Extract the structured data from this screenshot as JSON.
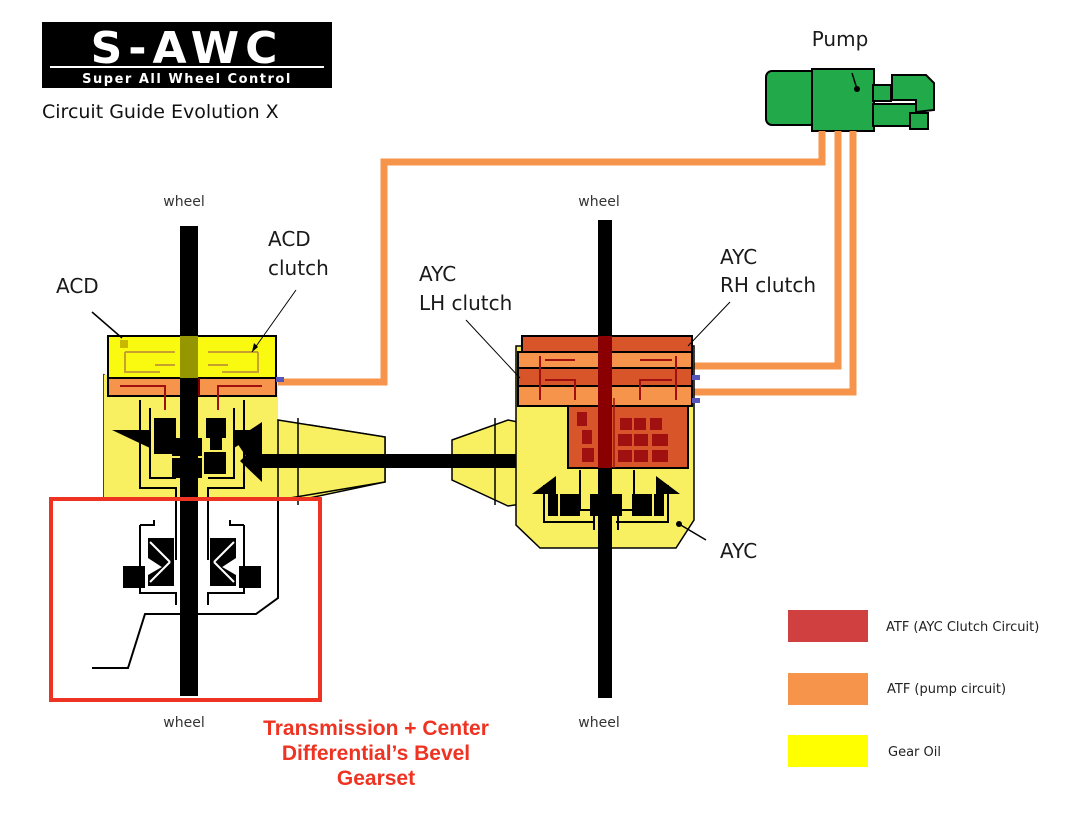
{
  "logo": {
    "title": "S-AWC",
    "subtitle": "Super All Wheel Control"
  },
  "heading": "Circuit Guide Evolution X",
  "labels": {
    "pump": "Pump",
    "wheel_front_top": "wheel",
    "wheel_front_bottom": "wheel",
    "wheel_rear_top": "wheel",
    "wheel_rear_bottom": "wheel",
    "acd": "ACD",
    "acd_clutch_line1": "ACD",
    "acd_clutch_line2": "clutch",
    "ayc_lh_line1": "AYC",
    "ayc_lh_line2": "LH clutch",
    "ayc_rh_line1": "AYC",
    "ayc_rh_line2": "RH clutch",
    "ayc": "AYC"
  },
  "caption": {
    "line1": "Transmission + Center",
    "line2": "Differential’s Bevel",
    "line3": "Gearset"
  },
  "legend": [
    {
      "label": "ATF (AYC Clutch Circuit)",
      "color": "#d04040"
    },
    {
      "label": "ATF (pump circuit)",
      "color": "#f5944a"
    },
    {
      "label": "Gear Oil",
      "color": "#ffff00"
    }
  ],
  "colors": {
    "pump": "#22aa4a",
    "pipe": "#f5944a",
    "gear_oil": "#f8f060",
    "ayc_clutch": "#d8552a",
    "ayc_dark": "#a01010",
    "highlight": "#ee3322",
    "port": "#5555bb"
  }
}
